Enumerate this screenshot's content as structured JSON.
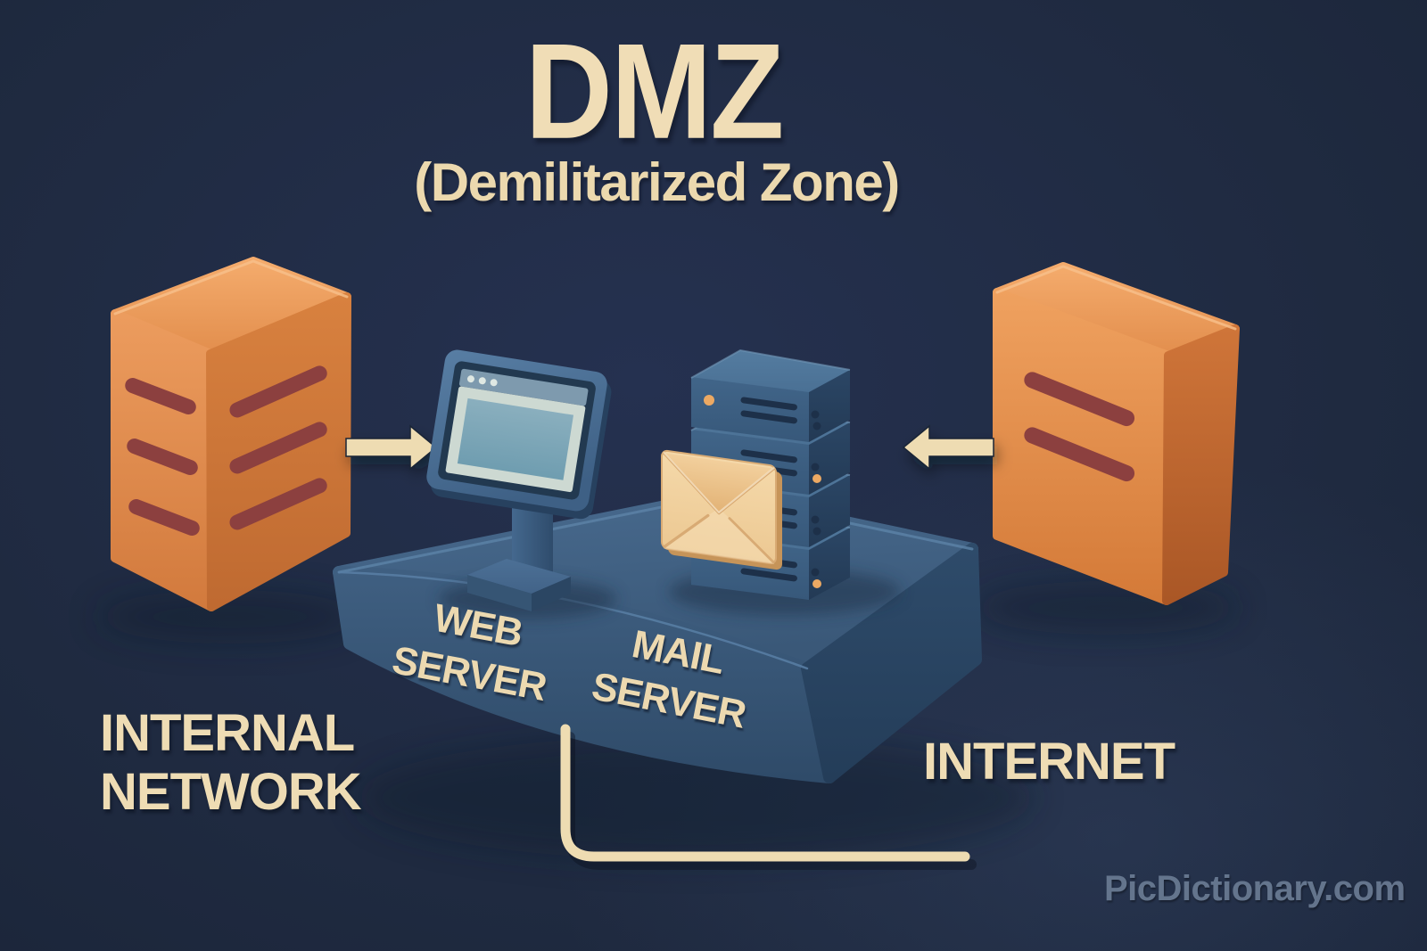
{
  "title": "DMZ",
  "subtitle": "(Demilitarized Zone)",
  "zone_labels": {
    "internal_line1": "INTERNAL",
    "internal_line2": "NETWORK",
    "internet": "INTERNET"
  },
  "platform_labels": {
    "web_line1": "WEB",
    "web_line2": "SERVER",
    "mail_line1": "MAIL",
    "mail_line2": "SERVER"
  },
  "watermark": "PicDictionary.com",
  "icons": {
    "internal_server": "server-tower-icon",
    "internet_server": "server-tower-icon",
    "web_server": "desktop-monitor-icon",
    "mail_server": "server-rack-icon",
    "mail": "envelope-icon",
    "traffic_in": "arrow-right-icon",
    "traffic_out": "arrow-left-icon",
    "dmz_link": "connector-line"
  },
  "colors": {
    "background": "#1f2a40",
    "text_cream": "#eedcb4",
    "server_orange_light": "#ec9c5e",
    "server_orange_dark": "#c96f33",
    "slat_red": "#8c403f",
    "platform_blue": "#3c5a7c",
    "monitor_blue": "#4e76a0",
    "screen_light": "#cdd9d2",
    "envelope_cream": "#eecc96",
    "arrow_cream": "#eedcb2",
    "watermark_gray": "#6a7b93"
  }
}
